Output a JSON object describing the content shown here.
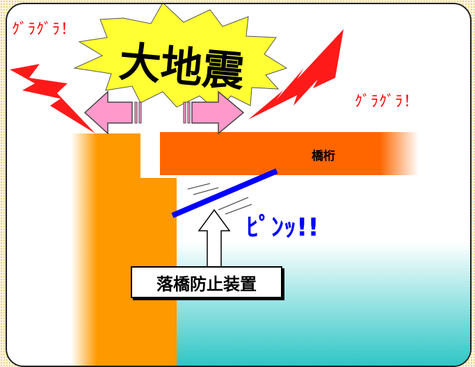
{
  "labels": {
    "shake_left": "ｸﾞﾗｸﾞﾗ！",
    "shake_right": "ｸﾞﾗｸﾞﾗ！",
    "headline": "大地震",
    "girder": "橋桁",
    "snap": "ﾋﾟﾝｯ!!",
    "device": "落橋防止装置"
  },
  "colors": {
    "background": "#fff6d8",
    "burst": "#ffff33",
    "lightning": "#ff1a1a",
    "pier": "#ff9900",
    "girder": "#ff6600",
    "arrows": "#ff99cc",
    "restrainer": "#0000ff",
    "water": "#33cccc",
    "shake_text": "#ff0000",
    "snap_text": "#0000ff"
  }
}
